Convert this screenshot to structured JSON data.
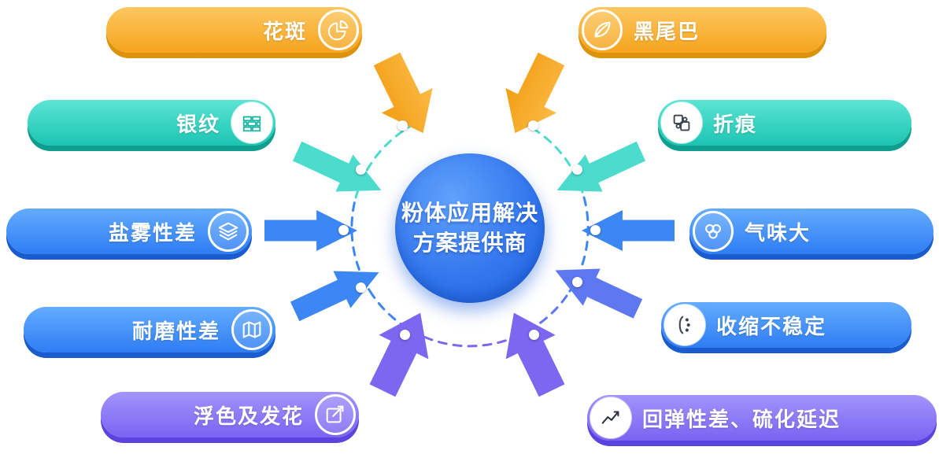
{
  "center": {
    "title_line1": "粉体应用解决",
    "title_line2": "方案提供商"
  },
  "nodes": [
    {
      "label": "花斑",
      "icon": "pie-chart-icon",
      "color": "#F6A41D",
      "position": "top-left"
    },
    {
      "label": "黑尾巴",
      "icon": "leaf-icon",
      "color": "#F6A41D",
      "position": "top-right"
    },
    {
      "label": "银纹",
      "icon": "bricks-icon",
      "color": "#1DC5B3",
      "position": "upper-left"
    },
    {
      "label": "折痕",
      "icon": "puzzle-icon",
      "color": "#1DC5B3",
      "position": "upper-right"
    },
    {
      "label": "盐雾性差",
      "icon": "layers-icon",
      "color": "#2E7DF4",
      "position": "middle-left"
    },
    {
      "label": "气味大",
      "icon": "bubbles-icon",
      "color": "#2E7DF4",
      "position": "middle-right"
    },
    {
      "label": "耐磨性差",
      "icon": "map-icon",
      "color": "#2E7DF4",
      "position": "lower-left"
    },
    {
      "label": "收缩不稳定",
      "icon": "dots-brace-icon",
      "color": "#2E7DF4",
      "position": "lower-right"
    },
    {
      "label": "浮色及发花",
      "icon": "compose-arrow-icon",
      "color": "#7A63F2",
      "position": "bottom-left"
    },
    {
      "label": "回弹性差、硫化延迟",
      "icon": "trend-line-icon",
      "color": "#7A63F2",
      "position": "bottom-right"
    }
  ],
  "colors": {
    "orange": "#F6A41D",
    "teal": "#1DC5B3",
    "blue": "#2E7DF4",
    "purple": "#7A63F2",
    "center_blue": "#2E6FE8"
  }
}
